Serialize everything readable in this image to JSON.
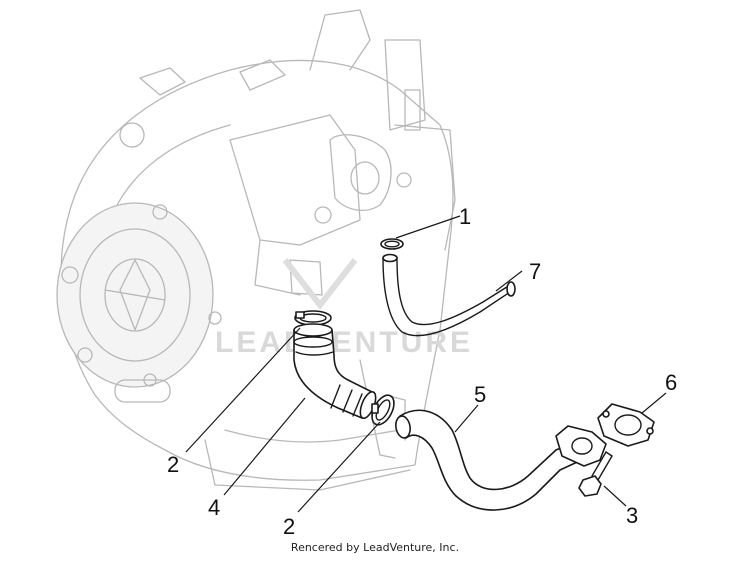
{
  "callouts": {
    "c1": "1",
    "c2a": "2",
    "c2b": "2",
    "c3": "3",
    "c4": "4",
    "c5": "5",
    "c6": "6",
    "c7": "7"
  },
  "watermark": "LEADVENTURE",
  "credit": "Rencered by LeadVenture, Inc.",
  "colors": {
    "line": "#1a1a1a",
    "ghost": "#b8b8b8",
    "background": "#ffffff"
  }
}
